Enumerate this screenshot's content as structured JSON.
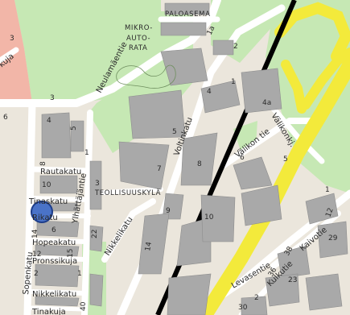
{
  "map": {
    "colors": {
      "background": "#ebe6dc",
      "park": "#c6e8b4",
      "zoned": "#f2b6a8",
      "building": "#a9a9a9",
      "road": "#ffffff",
      "highway": "#f3ea3b",
      "railway": "#000000",
      "location_marker": "#4a73c8"
    },
    "streets": {
      "neulamaentie": "Neulamäentie",
      "voltinkatu": "Voltinkatu",
      "rautakatu": "Rautakatu",
      "tinaskatu": "Tinaskatu",
      "rikatu": "Rikatu",
      "ylhattajantie": "Ylhättäjäntie",
      "nikkelikatu_diag": "Nikkelikatu",
      "hopeakatu": "Hopeakatu",
      "pronssikuja": "Pronssikuja",
      "sopenkatu": "Sopenkatu",
      "nikkelikatu": "Nikkelikatu",
      "tinakuja": "Tinakuja",
      "valikontie": "Välikon tie",
      "valikonkj": "Välikonkj.",
      "levasentie": "Levasentie",
      "kaivotie": "Kaivotie",
      "kulkutie": "Kulkutie",
      "kuja": "kuja"
    },
    "areas": {
      "paloasema": "PALOASEMA",
      "mikro_1": "MIKRO-",
      "mikro_2": "AUTO-",
      "mikro_3": "RATA",
      "teollisuuskyla": "TEOLLISUUSKYLÄ"
    },
    "numbers": {
      "n1a": "1a",
      "n2_top": "2",
      "n3_neula": "3",
      "n3_left": "3",
      "n6": "6",
      "n1_volt": "1",
      "n4_volt": "4",
      "n5_volt": "5",
      "n7_volt": "7",
      "n8_volt": "8",
      "n9_volt": "9",
      "n10_volt": "10",
      "n14_volt": "14",
      "n4a": "4a",
      "n6_val": "6",
      "n5_val": "5",
      "n1_right": "1",
      "n12": "12",
      "n29": "29",
      "n38": "38",
      "n36": "36",
      "n23": "23",
      "n30": "30",
      "n2_bot": "2",
      "n4_blk": "4",
      "n5_blk": "5",
      "n8_blk": "8",
      "n10_blk": "10",
      "n1_blk": "1",
      "n3_blk": "3",
      "n14_blk": "14",
      "n6_blk": "6",
      "n22": "22",
      "n12_blk": "12",
      "n15_blk": "15",
      "n2_blk": "2",
      "n1_blk2": "1",
      "n40": "40"
    }
  }
}
